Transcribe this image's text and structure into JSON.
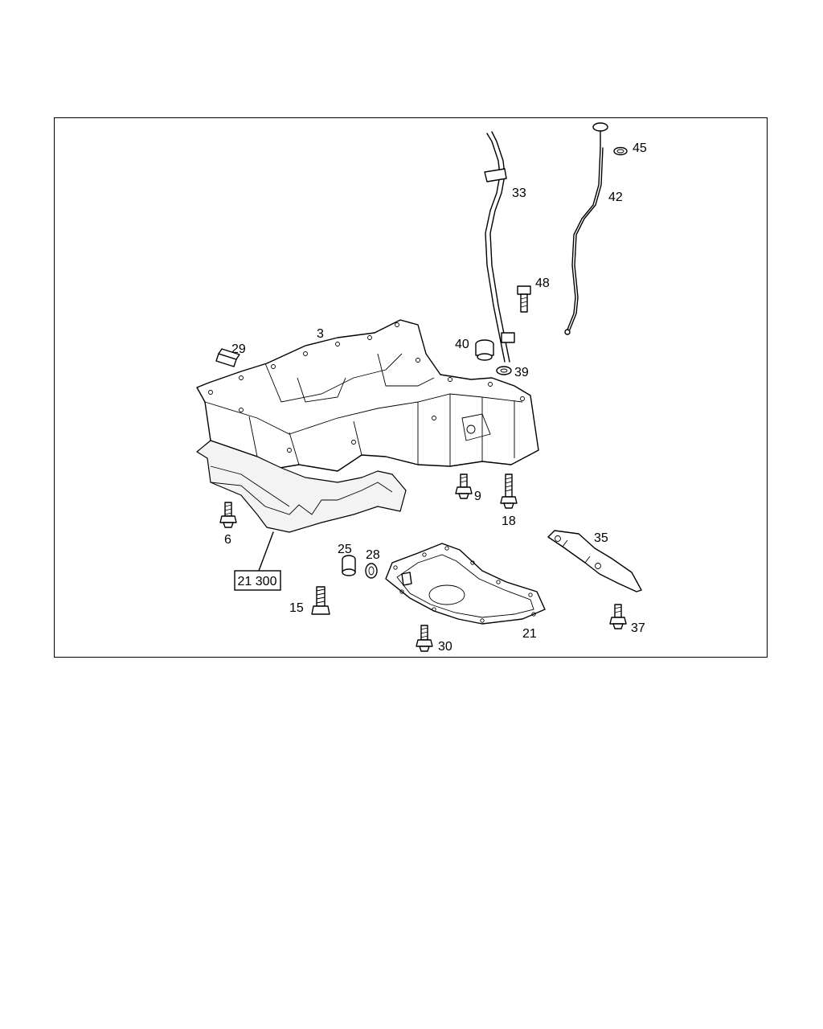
{
  "diagram": {
    "labels": {
      "p3": "3",
      "p6": "6",
      "p9": "9",
      "p15": "15",
      "p18": "18",
      "p21": "21",
      "p25": "25",
      "p28": "28",
      "p29": "29",
      "p30": "30",
      "p33": "33",
      "p35": "35",
      "p37": "37",
      "p39": "39",
      "p40": "40",
      "p42": "42",
      "p45": "45",
      "p48": "48"
    },
    "reference_box": "21 300"
  }
}
